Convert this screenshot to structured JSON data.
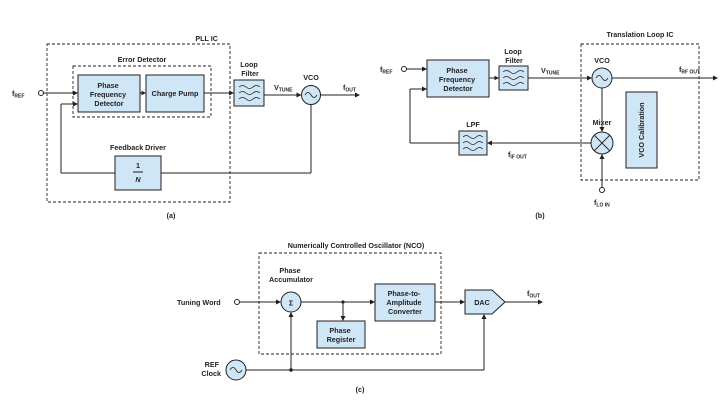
{
  "panel_a": {
    "ic_label": "PLL IC",
    "error_detector_label": "Error Detector",
    "pfd_label": [
      "Phase",
      "Frequency",
      "Detector"
    ],
    "charge_pump_label": "Charge Pump",
    "loop_filter_label": [
      "Loop",
      "Filter"
    ],
    "vtune": {
      "main": "V",
      "sub": "TUNE"
    },
    "vco_label": "VCO",
    "fref": {
      "main": "f",
      "sub": "REF"
    },
    "fout": {
      "main": "f",
      "sub": "OUT"
    },
    "feedback_driver_label": "Feedback Driver",
    "divider": {
      "num": "1",
      "den": "N"
    },
    "caption": "(a)"
  },
  "panel_b": {
    "ic_label": "Translation Loop IC",
    "fref": {
      "main": "f",
      "sub": "REF"
    },
    "pfd_label": [
      "Phase",
      "Frequency",
      "Detector"
    ],
    "loop_filter_label": [
      "Loop",
      "Filter"
    ],
    "vtune": {
      "main": "V",
      "sub": "TUNE"
    },
    "vco_label": "VCO",
    "frf_out": {
      "main": "f",
      "sub": "RF OUT"
    },
    "lpf_label": "LPF",
    "mixer_label": "Mixer",
    "fif_out": {
      "main": "f",
      "sub": "IF OUT"
    },
    "flo_in": {
      "main": "f",
      "sub": "LO IN"
    },
    "vco_calibration_label": "VCO Calibration",
    "caption": "(b)"
  },
  "panel_c": {
    "nco_label": "Numerically Controlled Oscillator (NCO)",
    "phase_accumulator_label": [
      "Phase",
      "Accumulator"
    ],
    "sigma": "Σ",
    "tuning_word_label": "Tuning Word",
    "phase_register_label": [
      "Phase",
      "Register"
    ],
    "pta_label": [
      "Phase-to-",
      "Amplitude",
      "Converter"
    ],
    "dac_label": "DAC",
    "fout": {
      "main": "f",
      "sub": "OUT"
    },
    "ref_clock_label": [
      "REF",
      "Clock"
    ],
    "caption": "(c)"
  }
}
